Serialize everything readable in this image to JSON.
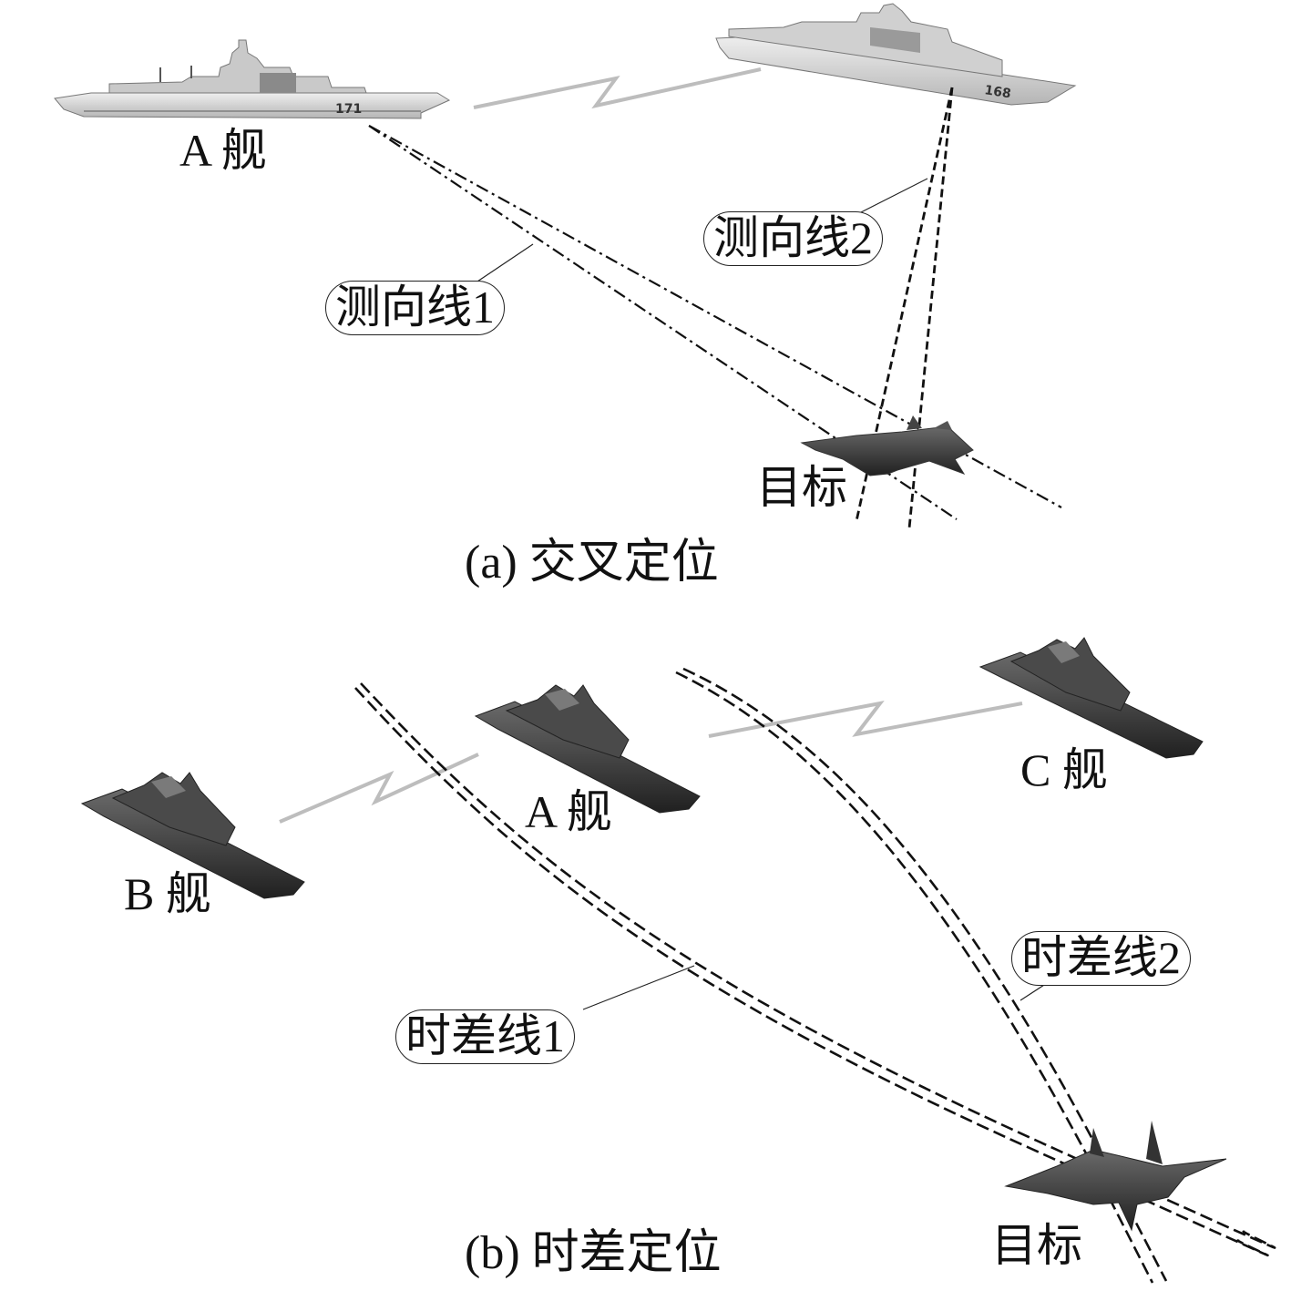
{
  "diagram_a": {
    "ship_a_label": "A 舰",
    "bearing_line_1": "测向线1",
    "bearing_line_2": "测向线2",
    "target_label": "目标",
    "caption": "(a) 交叉定位",
    "ship_a_hull_number": "171",
    "ship_b_hull_number": "168"
  },
  "diagram_b": {
    "ship_a_label": "A 舰",
    "ship_b_label": "B 舰",
    "ship_c_label": "C 舰",
    "tdoa_line_1": "时差线1",
    "tdoa_line_2": "时差线2",
    "target_label": "目标",
    "caption": "(b) 时差定位"
  },
  "colors": {
    "line": "#111111",
    "link": "#bdbdbd",
    "ship_light": "#d8d8d8",
    "ship_dark": "#3a3a3a"
  },
  "icons": [
    "ship-icon",
    "fighter-jet-icon",
    "datalink-bolt-icon"
  ]
}
